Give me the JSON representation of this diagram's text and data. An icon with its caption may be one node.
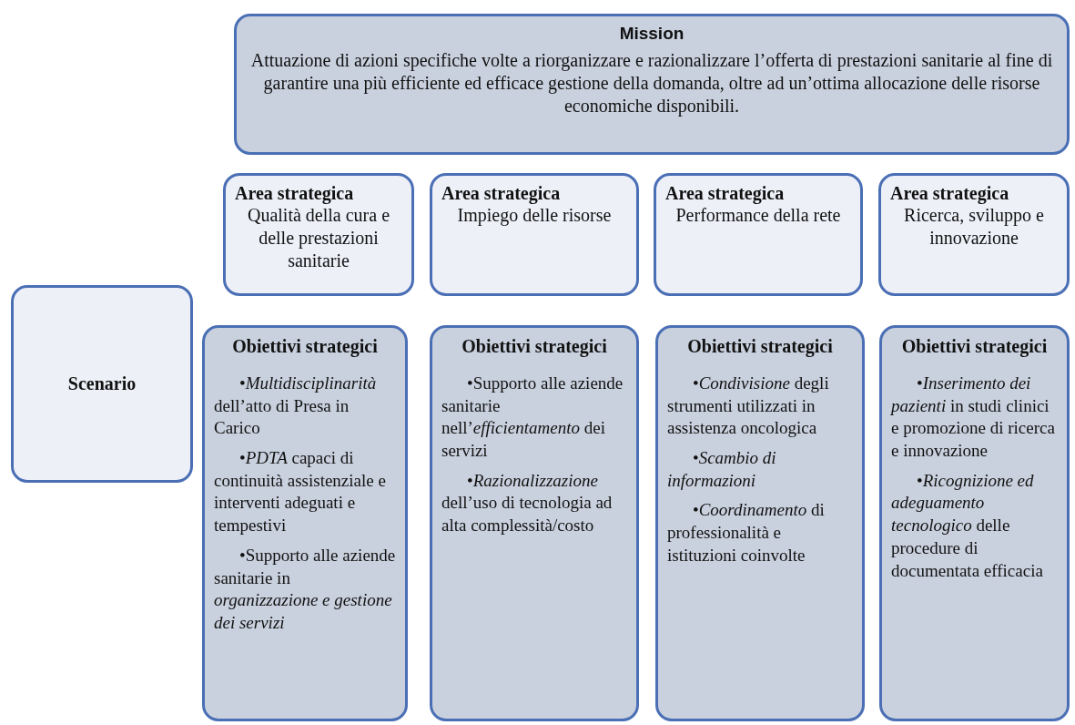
{
  "diagram": {
    "nodes": [
      {
        "text": [
          "Mission",
          "Attuazione di azioni specifiche volte a riorganizzare e razionalizzare l’offerta di prestazioni sanitarie al fine di garantire una più efficiente ed efficace gestione della domanda, oltre ad un’ottima allocazione delle risorse economiche disponibili."
        ]
      },
      {
        "text": [
          "Area strategica",
          "Qualità della cura e delle prestazioni sanitarie"
        ]
      },
      {
        "text": [
          "Area strategica",
          "Impiego delle risorse"
        ]
      },
      {
        "text": [
          "Area strategica",
          "Performance della rete"
        ]
      },
      {
        "text": [
          "Area strategica",
          "Ricerca, sviluppo e innovazione"
        ]
      },
      {
        "text": [
          "Scenario"
        ]
      },
      {
        "text": [
          "Obiettivi strategici",
          "•*Multidisciplinarità* dell’atto di Presa in Carico",
          "•*PDTA* capaci di continuità assistenziale e interventi adeguati e tempestivi",
          "•Supporto alle aziende sanitarie in *organizzazione e gestione dei servizi*"
        ]
      },
      {
        "text": [
          "Obiettivi strategici",
          "•Supporto alle aziende sanitarie nell’*efficientamento* dei servizi",
          "•*Razionalizzazione* dell’uso di tecnologia ad alta complessità/costo"
        ]
      },
      {
        "text": [
          "Obiettivi strategici",
          "•*Condivisione* degli strumenti utilizzati in assistenza oncologica",
          "•*Scambio di informazioni*",
          "•*Coordinamento* di professionalità e istituzioni coinvolte"
        ]
      },
      {
        "text": [
          "Obiettivi strategici",
          "•*Inserimento dei pazienti* in studi clinici e promozione di ricerca e innovazione",
          "•*Ricognizione ed adeguamento tecnologico* delle procedure di documentata efficacia"
        ]
      }
    ]
  }
}
